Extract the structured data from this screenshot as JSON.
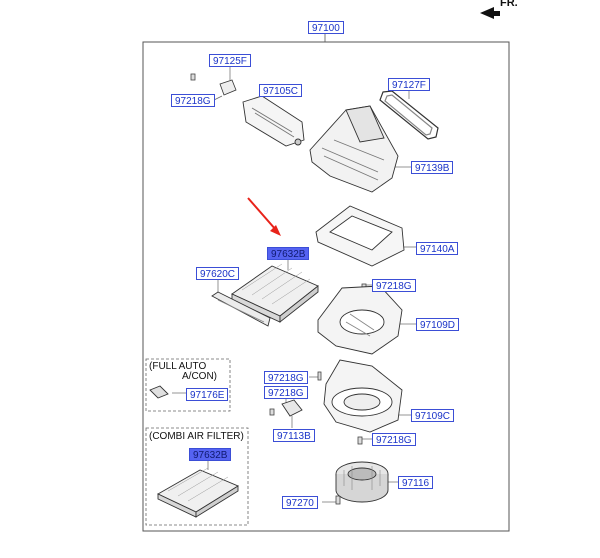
{
  "orientation": "FR.",
  "labels": {
    "assembly": "97100",
    "l97125F": "97125F",
    "l97218G_a": "97218G",
    "l97105C": "97105C",
    "l97127F": "97127F",
    "l97139B": "97139B",
    "l97632B_main": "97632B",
    "l97140A": "97140A",
    "l97620C": "97620C",
    "l97218G_b": "97218G",
    "l97109D": "97109D",
    "l97218G_c": "97218G",
    "l97218G_d": "97218G",
    "l97176E": "97176E",
    "l97113B": "97113B",
    "l97109C": "97109C",
    "l97218G_e": "97218G",
    "l97632B_combi": "97632B",
    "l97116": "97116",
    "l97270": "97270"
  },
  "notes": {
    "full_auto": "(FULL AUTO",
    "acon": "A/CON)",
    "combi_filter": "(COMBI AIR FILTER)"
  },
  "colors": {
    "label_border": "#3b4ed6",
    "label_text": "#1a33c8",
    "highlight": "#5563f2",
    "arrow": "#e8231a"
  }
}
